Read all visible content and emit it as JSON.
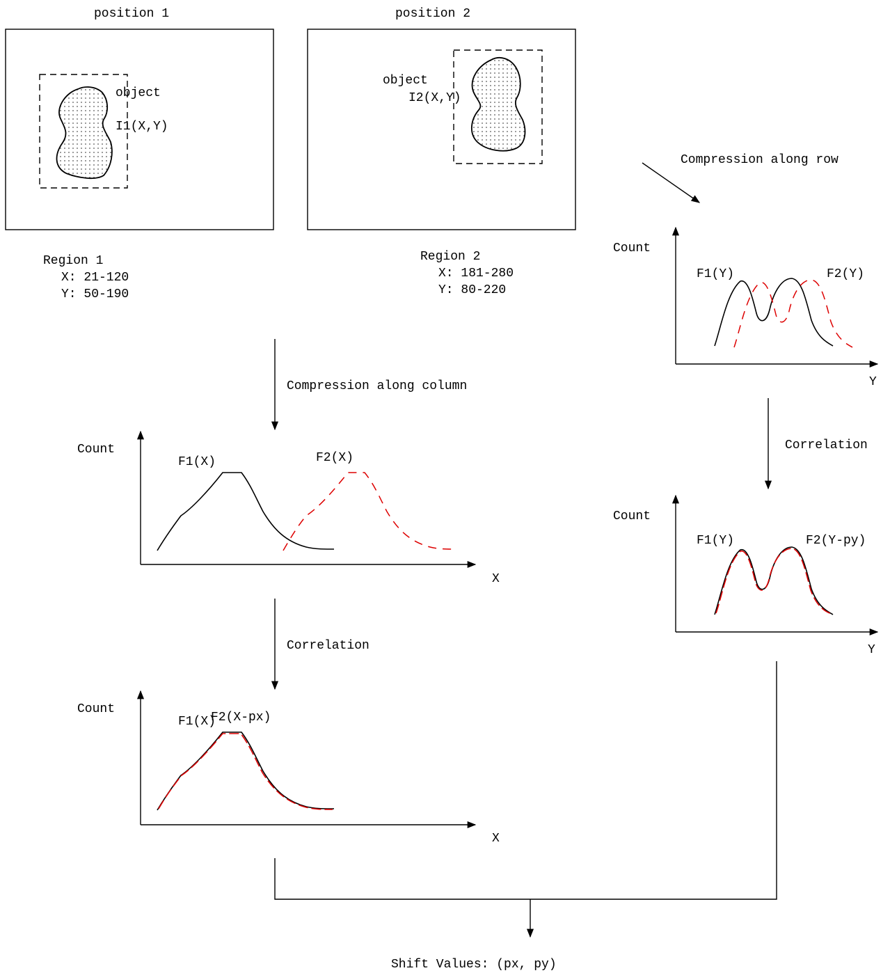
{
  "positions": {
    "p1_title": "position 1",
    "p2_title": "position 2",
    "object_label": "object",
    "p1_image_label": "I1(X,Y)",
    "p2_image_label": "I2(X,Y)"
  },
  "regions": {
    "r1": {
      "title": "Region 1",
      "x": "X: 21-120",
      "y": "Y: 50-190"
    },
    "r2": {
      "title": "Region 2",
      "x": "X: 181-280",
      "y": "Y: 80-220"
    }
  },
  "steps": {
    "compress_column": "Compression along column",
    "compress_row": "Compression along row",
    "correlation": "Correlation",
    "result": "Shift Values: (px, py)"
  },
  "plots": {
    "count_label": "Count",
    "x_axis": "X",
    "y_axis": "Y",
    "f1x": "F1(X)",
    "f2x": "F2(X)",
    "f2x_shift": "F2(X-px)",
    "f1y": "F1(Y)",
    "f2y": "F2(Y)",
    "f2y_shift": "F2(Y-py)"
  },
  "colors": {
    "line": "#000000",
    "shifted_curve": "#dd0000"
  }
}
